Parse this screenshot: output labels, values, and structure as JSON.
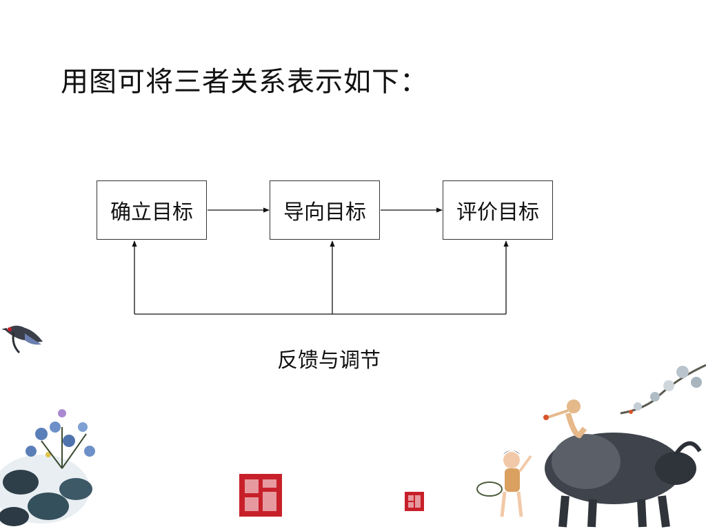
{
  "slide": {
    "title": "用图可将三者关系表示如下："
  },
  "diagram": {
    "nodes": [
      {
        "id": "establish",
        "label": "确立目标"
      },
      {
        "id": "guide",
        "label": "导向目标"
      },
      {
        "id": "evaluate",
        "label": "评价目标"
      }
    ],
    "edges": [
      {
        "from": "establish",
        "to": "guide"
      },
      {
        "from": "guide",
        "to": "evaluate"
      }
    ],
    "feedback": {
      "label": "反馈与调节",
      "targets": [
        "establish",
        "guide",
        "evaluate"
      ]
    }
  },
  "decoration": {
    "icons": [
      "magpie-bird-icon",
      "flowers-icon",
      "red-seal-stamp-icon",
      "red-seal-stamp-icon",
      "boy-on-water-buffalo-icon",
      "girl-with-basket-icon",
      "blossom-branch-icon"
    ],
    "colors": {
      "ink": "#2b2f36",
      "seal_red": "#c8202a",
      "flower_blue": "#5a7fb8"
    }
  }
}
